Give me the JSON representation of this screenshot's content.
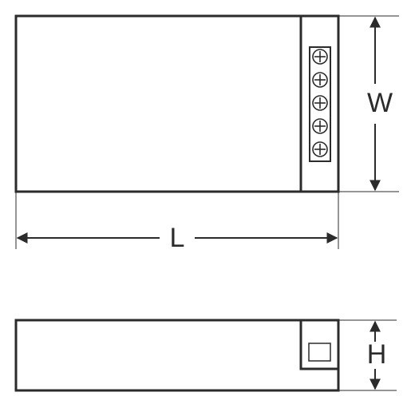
{
  "dimensions": {
    "width_label": "W",
    "length_label": "L",
    "height_label": "H"
  },
  "terminal_block": {
    "screw_count": 5,
    "screw_icon": "screw-terminal-icon"
  },
  "colors": {
    "line": "#2b2b2b",
    "background": "#ffffff"
  }
}
